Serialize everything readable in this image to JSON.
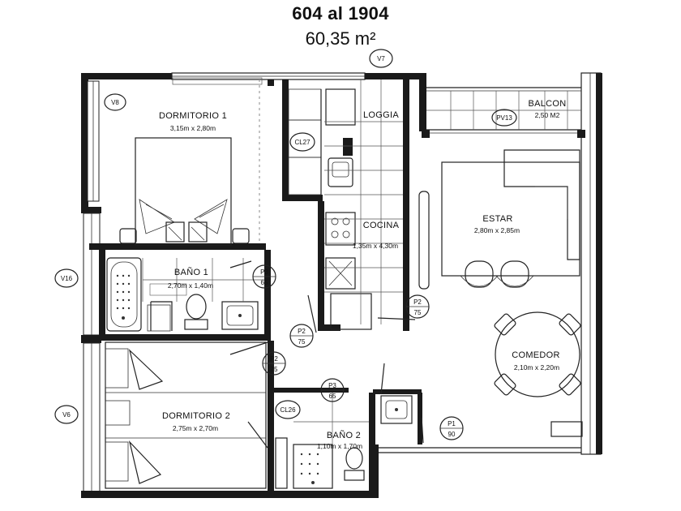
{
  "header": {
    "units": "604 al 1904",
    "area": "60,35 m²"
  },
  "rooms": {
    "dorm1": {
      "name": "DORMITORIO 1",
      "dims": "3,15m x 2,80m"
    },
    "bano1": {
      "name": "BAÑO 1",
      "dims": "2,70m x 1,40m"
    },
    "loggia": {
      "name": "LOGGIA"
    },
    "cocina": {
      "name": "COCINA",
      "dims": "1,35m x 4,30m"
    },
    "balcon": {
      "name": "BALCON",
      "dims": "2,50 M2"
    },
    "estar": {
      "name": "ESTAR",
      "dims": "2,80m x 2,85m"
    },
    "comedor": {
      "name": "COMEDOR",
      "dims": "2,10m x 2,20m"
    },
    "dorm2": {
      "name": "DORMITORIO 2",
      "dims": "2,75m x 2,70m"
    },
    "bano2": {
      "name": "BAÑO 2",
      "dims": "1,10m x 1,70m"
    }
  },
  "tags": {
    "v7": "V7",
    "v8": "V8",
    "v16": "V16",
    "v6": "V6",
    "pv13": "PV13",
    "cl27": "CL27",
    "cl26": "CL26",
    "p3a_t": "P3",
    "p3a_b": "65",
    "p2a_t": "P2",
    "p2a_b": "75",
    "p2b_t": "P2",
    "p2b_b": "75",
    "p2c_t": "P2",
    "p2c_b": "75",
    "p3b_t": "P3",
    "p3b_b": "65",
    "p1_t": "P1",
    "p1_b": "90"
  }
}
